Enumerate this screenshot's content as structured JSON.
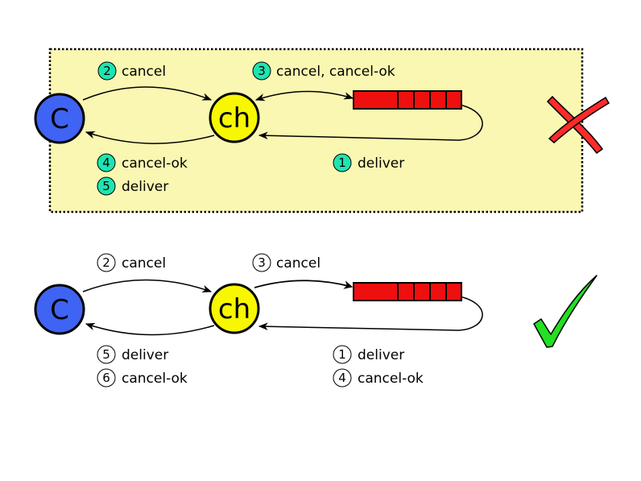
{
  "colors": {
    "consumer": "#3f63f2",
    "channel": "#f7f700",
    "queue": "#ee0f0f",
    "wrong_panel": "#faf7b2",
    "wrong_badge": "#1de5b2",
    "cross": "#ff2a2a",
    "check": "#22e022"
  },
  "icons": {
    "wrong": "cross-mark-icon",
    "right": "check-mark-icon"
  },
  "wrong": {
    "consumer": "C",
    "channel": "ch",
    "steps": [
      {
        "n": "2",
        "label": "cancel"
      },
      {
        "n": "3",
        "label": "cancel, cancel-ok"
      },
      {
        "n": "4",
        "label": "cancel-ok"
      },
      {
        "n": "5",
        "label": "deliver"
      },
      {
        "n": "1",
        "label": "deliver"
      }
    ]
  },
  "right": {
    "consumer": "C",
    "channel": "ch",
    "steps": [
      {
        "n": "2",
        "label": "cancel"
      },
      {
        "n": "3",
        "label": "cancel"
      },
      {
        "n": "5",
        "label": "deliver"
      },
      {
        "n": "6",
        "label": "cancel-ok"
      },
      {
        "n": "1",
        "label": "deliver"
      },
      {
        "n": "4",
        "label": "cancel-ok"
      }
    ]
  }
}
